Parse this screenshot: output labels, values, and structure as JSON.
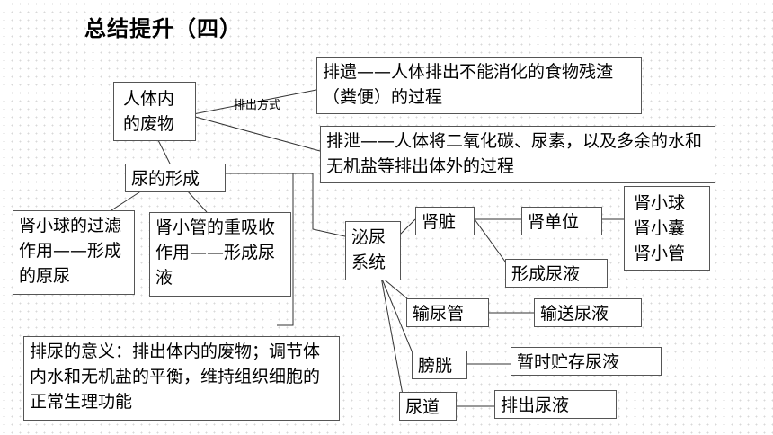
{
  "title": "总结提升（四）",
  "nodes": {
    "waste": "人体内的废物",
    "method_label": "排出方式",
    "egestion": "排遗——人体排出不能消化的食物残渣（粪便）的过程",
    "excretion": "排泄——人体将二氧化碳、尿素，以及多余的水和无机盐等排出体外的过程",
    "urine_formation": "尿的形成",
    "glomerulus_filter": "肾小球的过滤作用——形成的原尿",
    "tubule_reabsorb": "肾小管的重吸收作用——形成尿液",
    "urinary_system": "泌尿系统",
    "kidney": "肾脏",
    "nephron": "肾单位",
    "nephron_parts": [
      "肾小球",
      "肾小囊",
      "肾小管"
    ],
    "form_urine": "形成尿液",
    "ureter": "输尿管",
    "transport_urine": "输送尿液",
    "bladder": "膀胱",
    "store_urine": "暂时贮存尿液",
    "urethra": "尿道",
    "expel_urine": "排出尿液",
    "significance": "排尿的意义：排出体内的废物；调节体内水和无机盐的平衡，维持组织细胞的正常生理功能"
  }
}
